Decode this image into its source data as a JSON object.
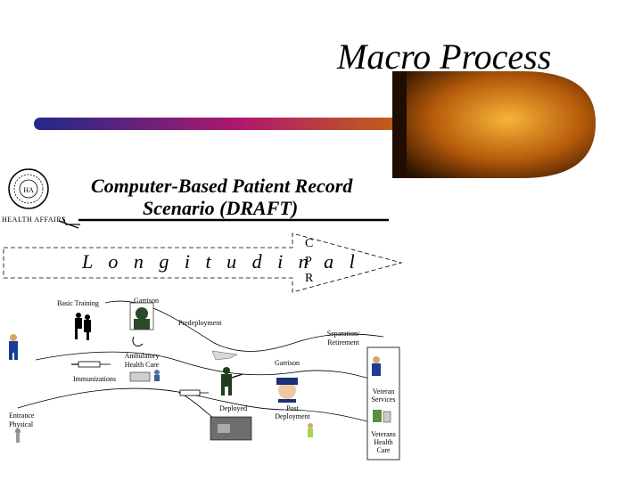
{
  "slide_title": "Macro Process",
  "scenario": {
    "title_line1": "Computer-Based Patient Record",
    "title_line2": "Scenario (DRAFT)",
    "seal_label": "HEALTH AFFAIRS",
    "seal_text": "HA",
    "longitudinal_label": "L o n g i t u d i n a l",
    "cpr_letters": [
      "C",
      "P",
      "R"
    ]
  },
  "stages": {
    "basic_training": "Basic Training",
    "garrison_top": "Garrison",
    "predeployment": "Predeployment",
    "separation": "Separation/ Retirement",
    "ambulatory_line1": "Ambulatory",
    "ambulatory_line2": "Health Care",
    "garrison_mid": "Garrison",
    "immunizations": "Immunizations",
    "veterans_services_line1": "Veteran",
    "veterans_services_line2": "Services",
    "deployed": "Deployed",
    "post_line1": "Post",
    "post_line2": "Deployment",
    "entrance_line1": "Entrance",
    "entrance_line2": "Physical",
    "veterans_health_line1": "Veterans",
    "veterans_health_line2": "Health",
    "veterans_health_line3": "Care"
  },
  "colors": {
    "bar_start": "#1f2a8a",
    "bar_mid": "#b0186c",
    "bar_end": "#d8860a",
    "bullet_dark": "#2a1200",
    "bullet_light": "#f3a62c"
  }
}
